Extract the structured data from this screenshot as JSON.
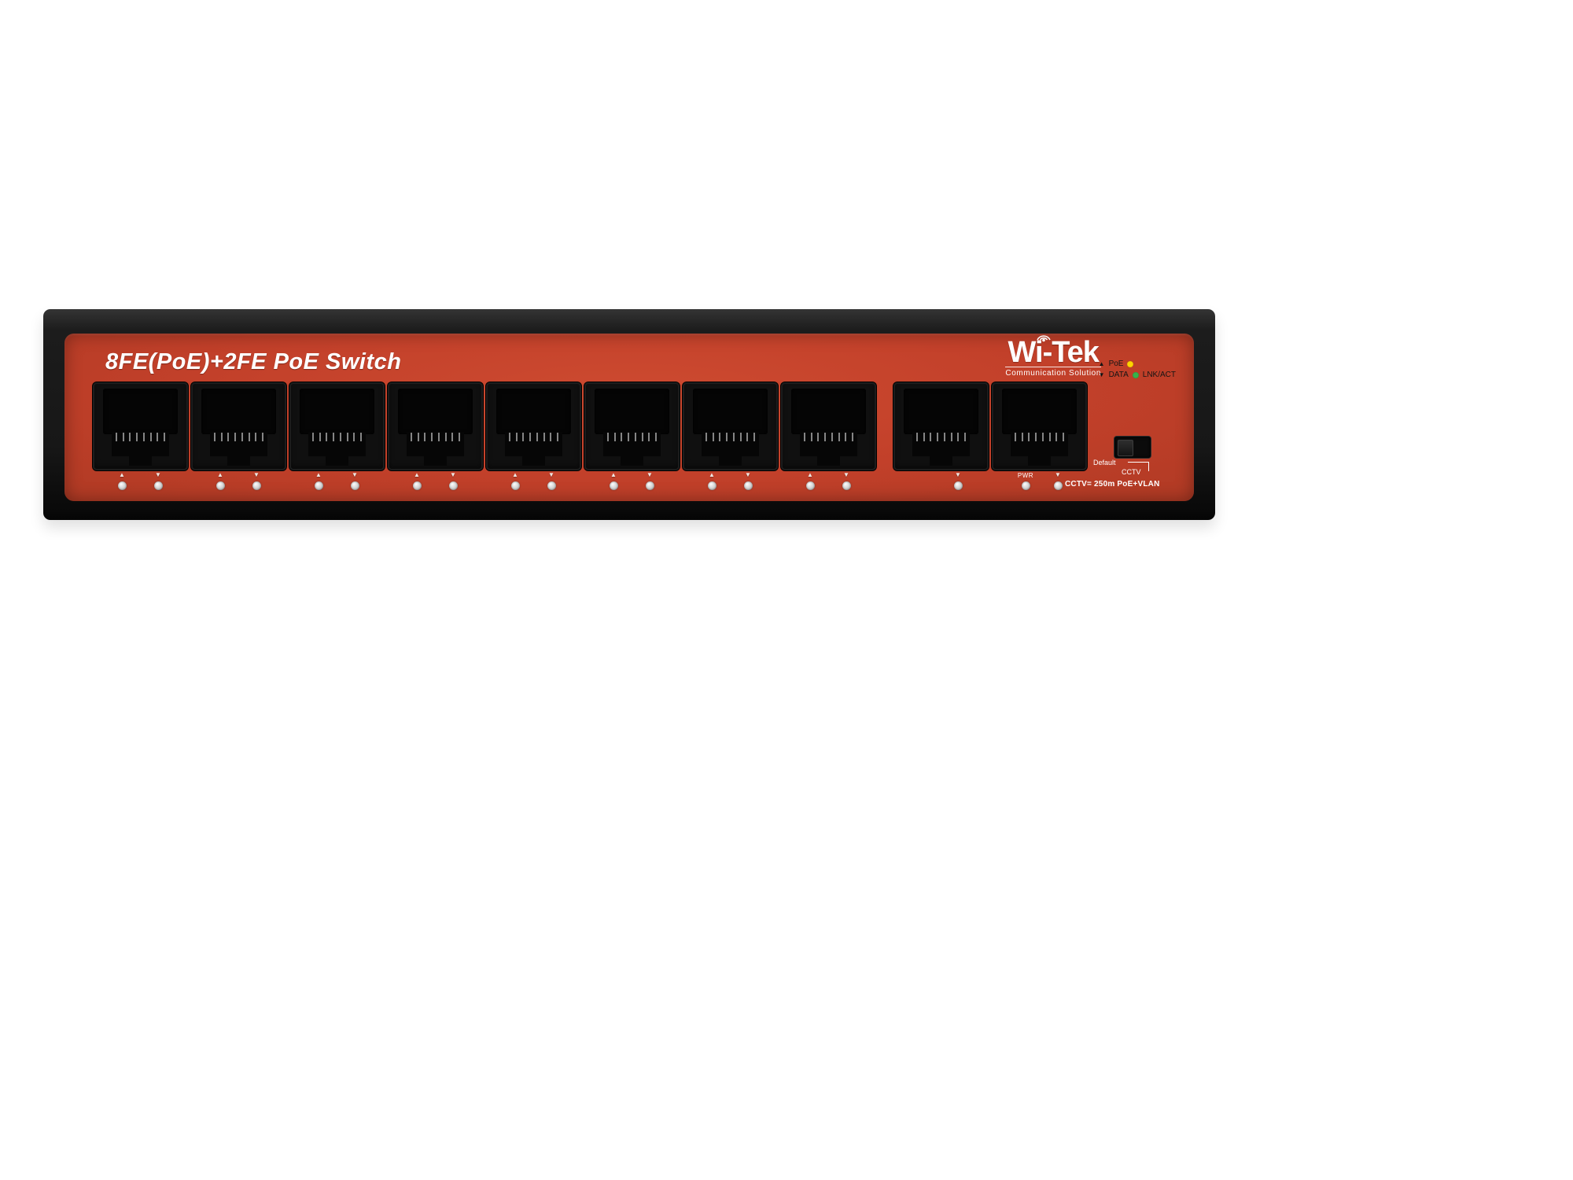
{
  "device": {
    "title": "8FE(PoE)+2FE PoE Switch",
    "brand": {
      "name": "Wi-Tek",
      "tagline": "Communication Solution"
    },
    "legend": {
      "up_symbol": "▲",
      "down_symbol": "▼",
      "poe_label": "PoE",
      "data_label": "DATA",
      "lnk_label": "LNK/ACT",
      "poe_led_color": "#ffd400",
      "lnk_led_color": "#35b34a"
    },
    "pwr_label": "PWR",
    "mode_switch": {
      "default_label": "Default",
      "cctv_label": "CCTV"
    },
    "footnote": "CCTV= 250m PoE+VLAN",
    "ports": [
      {
        "id": 1,
        "type": "poe"
      },
      {
        "id": 2,
        "type": "poe"
      },
      {
        "id": 3,
        "type": "poe"
      },
      {
        "id": 4,
        "type": "poe"
      },
      {
        "id": 5,
        "type": "poe"
      },
      {
        "id": 6,
        "type": "poe"
      },
      {
        "id": 7,
        "type": "poe"
      },
      {
        "id": 8,
        "type": "poe"
      },
      {
        "id": 9,
        "type": "uplink"
      },
      {
        "id": 10,
        "type": "uplink"
      }
    ],
    "colors": {
      "faceplate": "#c2402a",
      "chassis": "#181818",
      "led_off": "#cfcfcf"
    }
  }
}
